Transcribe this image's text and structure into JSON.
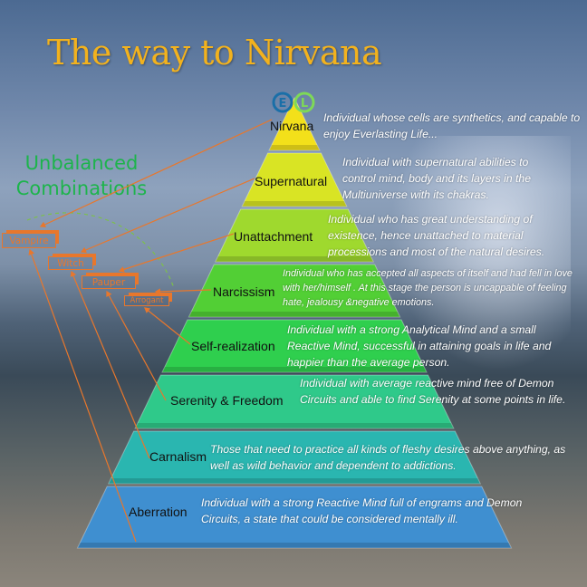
{
  "title": "The way to Nirvana",
  "unbalanced_label": "Unbalanced Combinations",
  "logo": {
    "letters": [
      "E",
      "L"
    ],
    "colors": [
      "#1a6fa8",
      "#7ed957"
    ]
  },
  "combinations": [
    {
      "label": "Vampire"
    },
    {
      "label": "Witch"
    },
    {
      "label": "Pauper"
    },
    {
      "label": "Arrogant"
    }
  ],
  "levels": [
    {
      "name": "Nirvana",
      "color": "#f3e01a",
      "desc": "Individual whose cells are synthetics, and capable to enjoy Everlasting Life..."
    },
    {
      "name": "Supernatural",
      "color": "#d9e424",
      "desc": "Individual with supernatural abilities to control mind, body and its layers in the Multiuniverse with its chakras."
    },
    {
      "name": "Unattachment",
      "color": "#9fd92e",
      "desc": "Individual who has great understanding of existence, hence unattached to material processions and most of the natural desires."
    },
    {
      "name": "Narcissism",
      "color": "#52cf35",
      "desc": "Individual who has accepted all aspects of itself and had fell in love with her/himself . At this stage the person is uncappable of feeling hate, jealousy &negative emotions."
    },
    {
      "name": "Self-realization",
      "color": "#2fcf4e",
      "desc": "Individual with a strong Analytical Mind and a small Reactive Mind, successful in attaining goals in life and happier than the average person."
    },
    {
      "name": "Serenity & Freedom",
      "color": "#2fc98a",
      "desc": "Individual with average reactive mind free of Demon Circuits and able to find Serenity at some points in life."
    },
    {
      "name": "Carnalism",
      "color": "#2ab6b0",
      "desc": "Those that need to practice all kinds of fleshy desires above anything, as well as wild behavior and dependent to addictions."
    },
    {
      "name": "Aberration",
      "color": "#3f8fd0",
      "desc": "Individual with a strong Reactive Mind full of engrams and Demon Circuits, a state that could be considered mentally ill."
    }
  ]
}
